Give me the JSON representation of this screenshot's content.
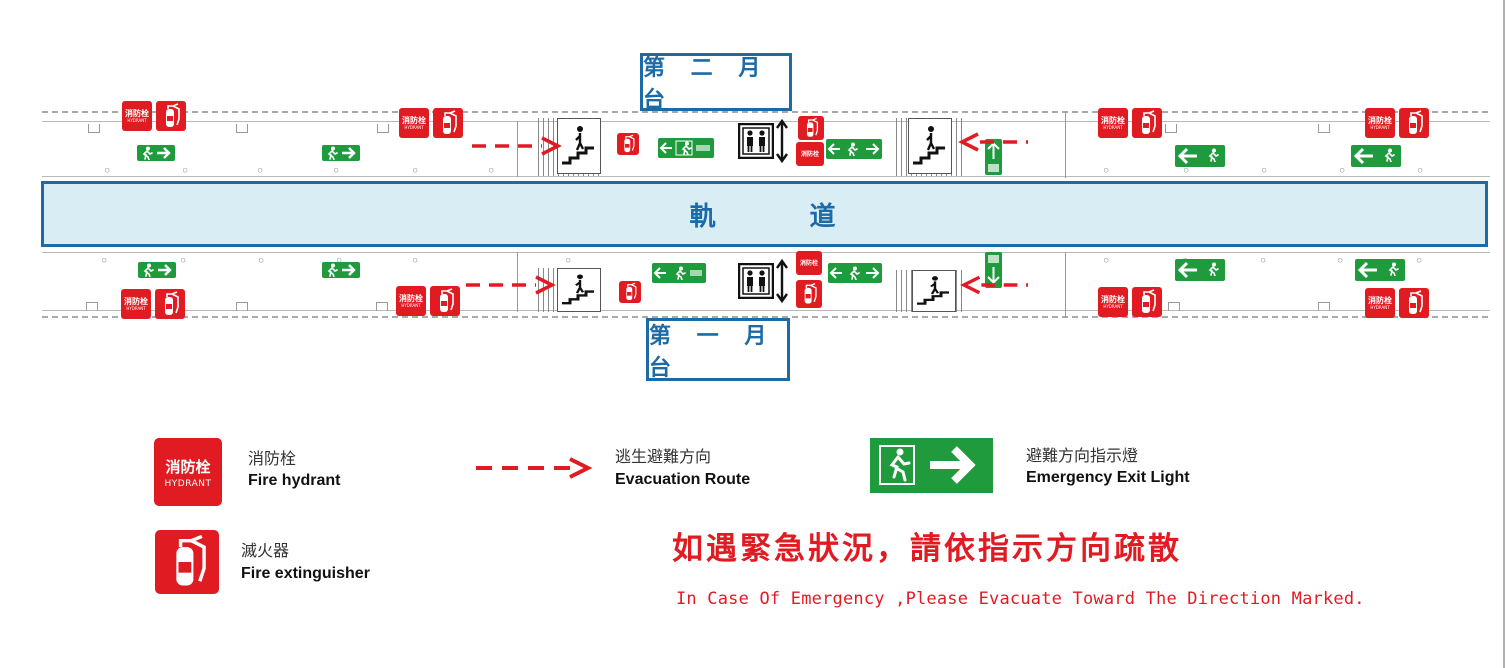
{
  "platform_labels": {
    "platform_2": "第 二 月 台",
    "platform_1": "第 一 月 台"
  },
  "track": {
    "char_1": "軌",
    "char_2": "道"
  },
  "sign_text": {
    "hydrant_zh": "消防栓",
    "hydrant_en": "HYDRANT"
  },
  "legend": {
    "hydrant": {
      "zh": "消防栓",
      "en": "Fire hydrant"
    },
    "extinguisher": {
      "zh": "滅火器",
      "en": "Fire extinguisher"
    },
    "route": {
      "zh": "逃生避難方向",
      "en": "Evacuation Route"
    },
    "exit_light": {
      "zh": "避難方向指示燈",
      "en": "Emergency Exit Light"
    }
  },
  "notice": {
    "zh": "如遇緊急狀況，請依指示方向疏散",
    "en": "In Case Of Emergency ,Please Evacuate Toward The Direction Marked."
  },
  "colors": {
    "track_border": "#1c6aa6",
    "track_fill": "#d9edf4",
    "sign_red": "#e11b22",
    "exit_green": "#1f9b3e"
  },
  "icons": [
    "hydrant-icon",
    "fire-extinguisher-icon",
    "exit-running-man-icon",
    "arrow-icon",
    "stairs-icon",
    "elevator-icon"
  ]
}
